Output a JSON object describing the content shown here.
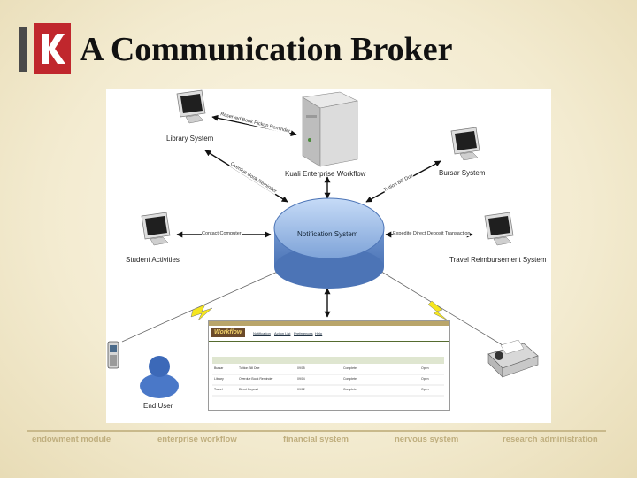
{
  "header": {
    "title": "A Communication Broker"
  },
  "diagram": {
    "nodes": {
      "workflow": "Kuali Enterprise Workflow",
      "library": "Library System",
      "bursar": "Bursar System",
      "students": "Student Activities",
      "travel": "Travel Reimbursement System",
      "hub": "Notification System",
      "user": "End User"
    },
    "edges": {
      "library": "Reserved Book Pickup Reminder",
      "library2": "Overdue Book Reminder",
      "bursar": "Tuition Bill Due",
      "students": "Contact Computer",
      "travel": "Expedite Direct Deposit Transaction"
    },
    "screenshot": {
      "brand": "Workflow",
      "tabs": [
        "Notification",
        "Action List",
        "Preferences",
        "Help"
      ],
      "rows": [
        [
          "Bursar",
          "Tuition Bill Due",
          "09/15",
          "Complete",
          "Open"
        ],
        [
          "Library",
          "Overdue Book Reminder",
          "09/14",
          "Complete",
          "Open"
        ],
        [
          "Travel",
          "Direct Deposit",
          "09/12",
          "Complete",
          "Open"
        ]
      ]
    }
  },
  "footer": {
    "items": [
      "endowment module",
      "enterprise workflow",
      "financial system",
      "nervous system",
      "research administration"
    ]
  },
  "colors": {
    "logo_red": "#c0272d",
    "logo_gray": "#4a4a4a",
    "hub_blue": "#8fb3e6",
    "footer_text": "#bfae7e"
  }
}
